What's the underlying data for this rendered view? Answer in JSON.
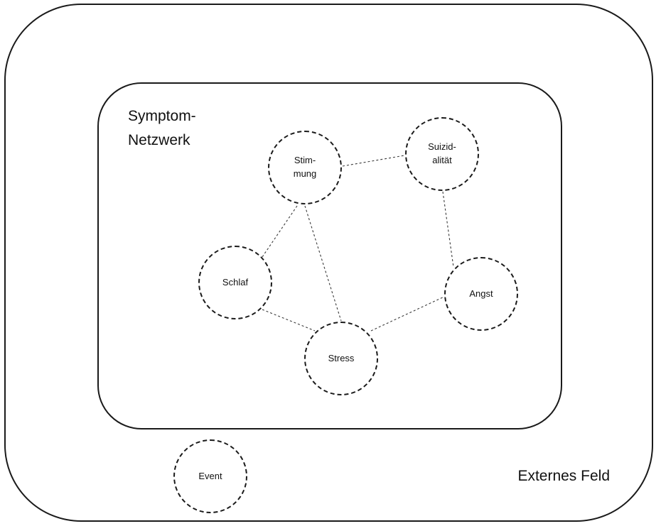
{
  "diagram": {
    "title_line_1": "Symptom-",
    "title_line_2": "Netzwerk",
    "external_field_label": "Externes Feld"
  },
  "nodes": [
    {
      "id": "stimmung",
      "lines": [
        "Stim-",
        "mung"
      ]
    },
    {
      "id": "suizidalitaet",
      "lines": [
        "Suizid-",
        "alität"
      ]
    },
    {
      "id": "schlaf",
      "lines": [
        "Schlaf"
      ]
    },
    {
      "id": "angst",
      "lines": [
        "Angst"
      ]
    },
    {
      "id": "stress",
      "lines": [
        "Stress"
      ]
    },
    {
      "id": "event",
      "lines": [
        "Event"
      ]
    }
  ],
  "edges": [
    {
      "from": "stimmung",
      "to": "suizidalitaet"
    },
    {
      "from": "stimmung",
      "to": "schlaf"
    },
    {
      "from": "stimmung",
      "to": "stress"
    },
    {
      "from": "suizidalitaet",
      "to": "angst"
    },
    {
      "from": "schlaf",
      "to": "stress"
    },
    {
      "from": "stress",
      "to": "angst"
    }
  ]
}
